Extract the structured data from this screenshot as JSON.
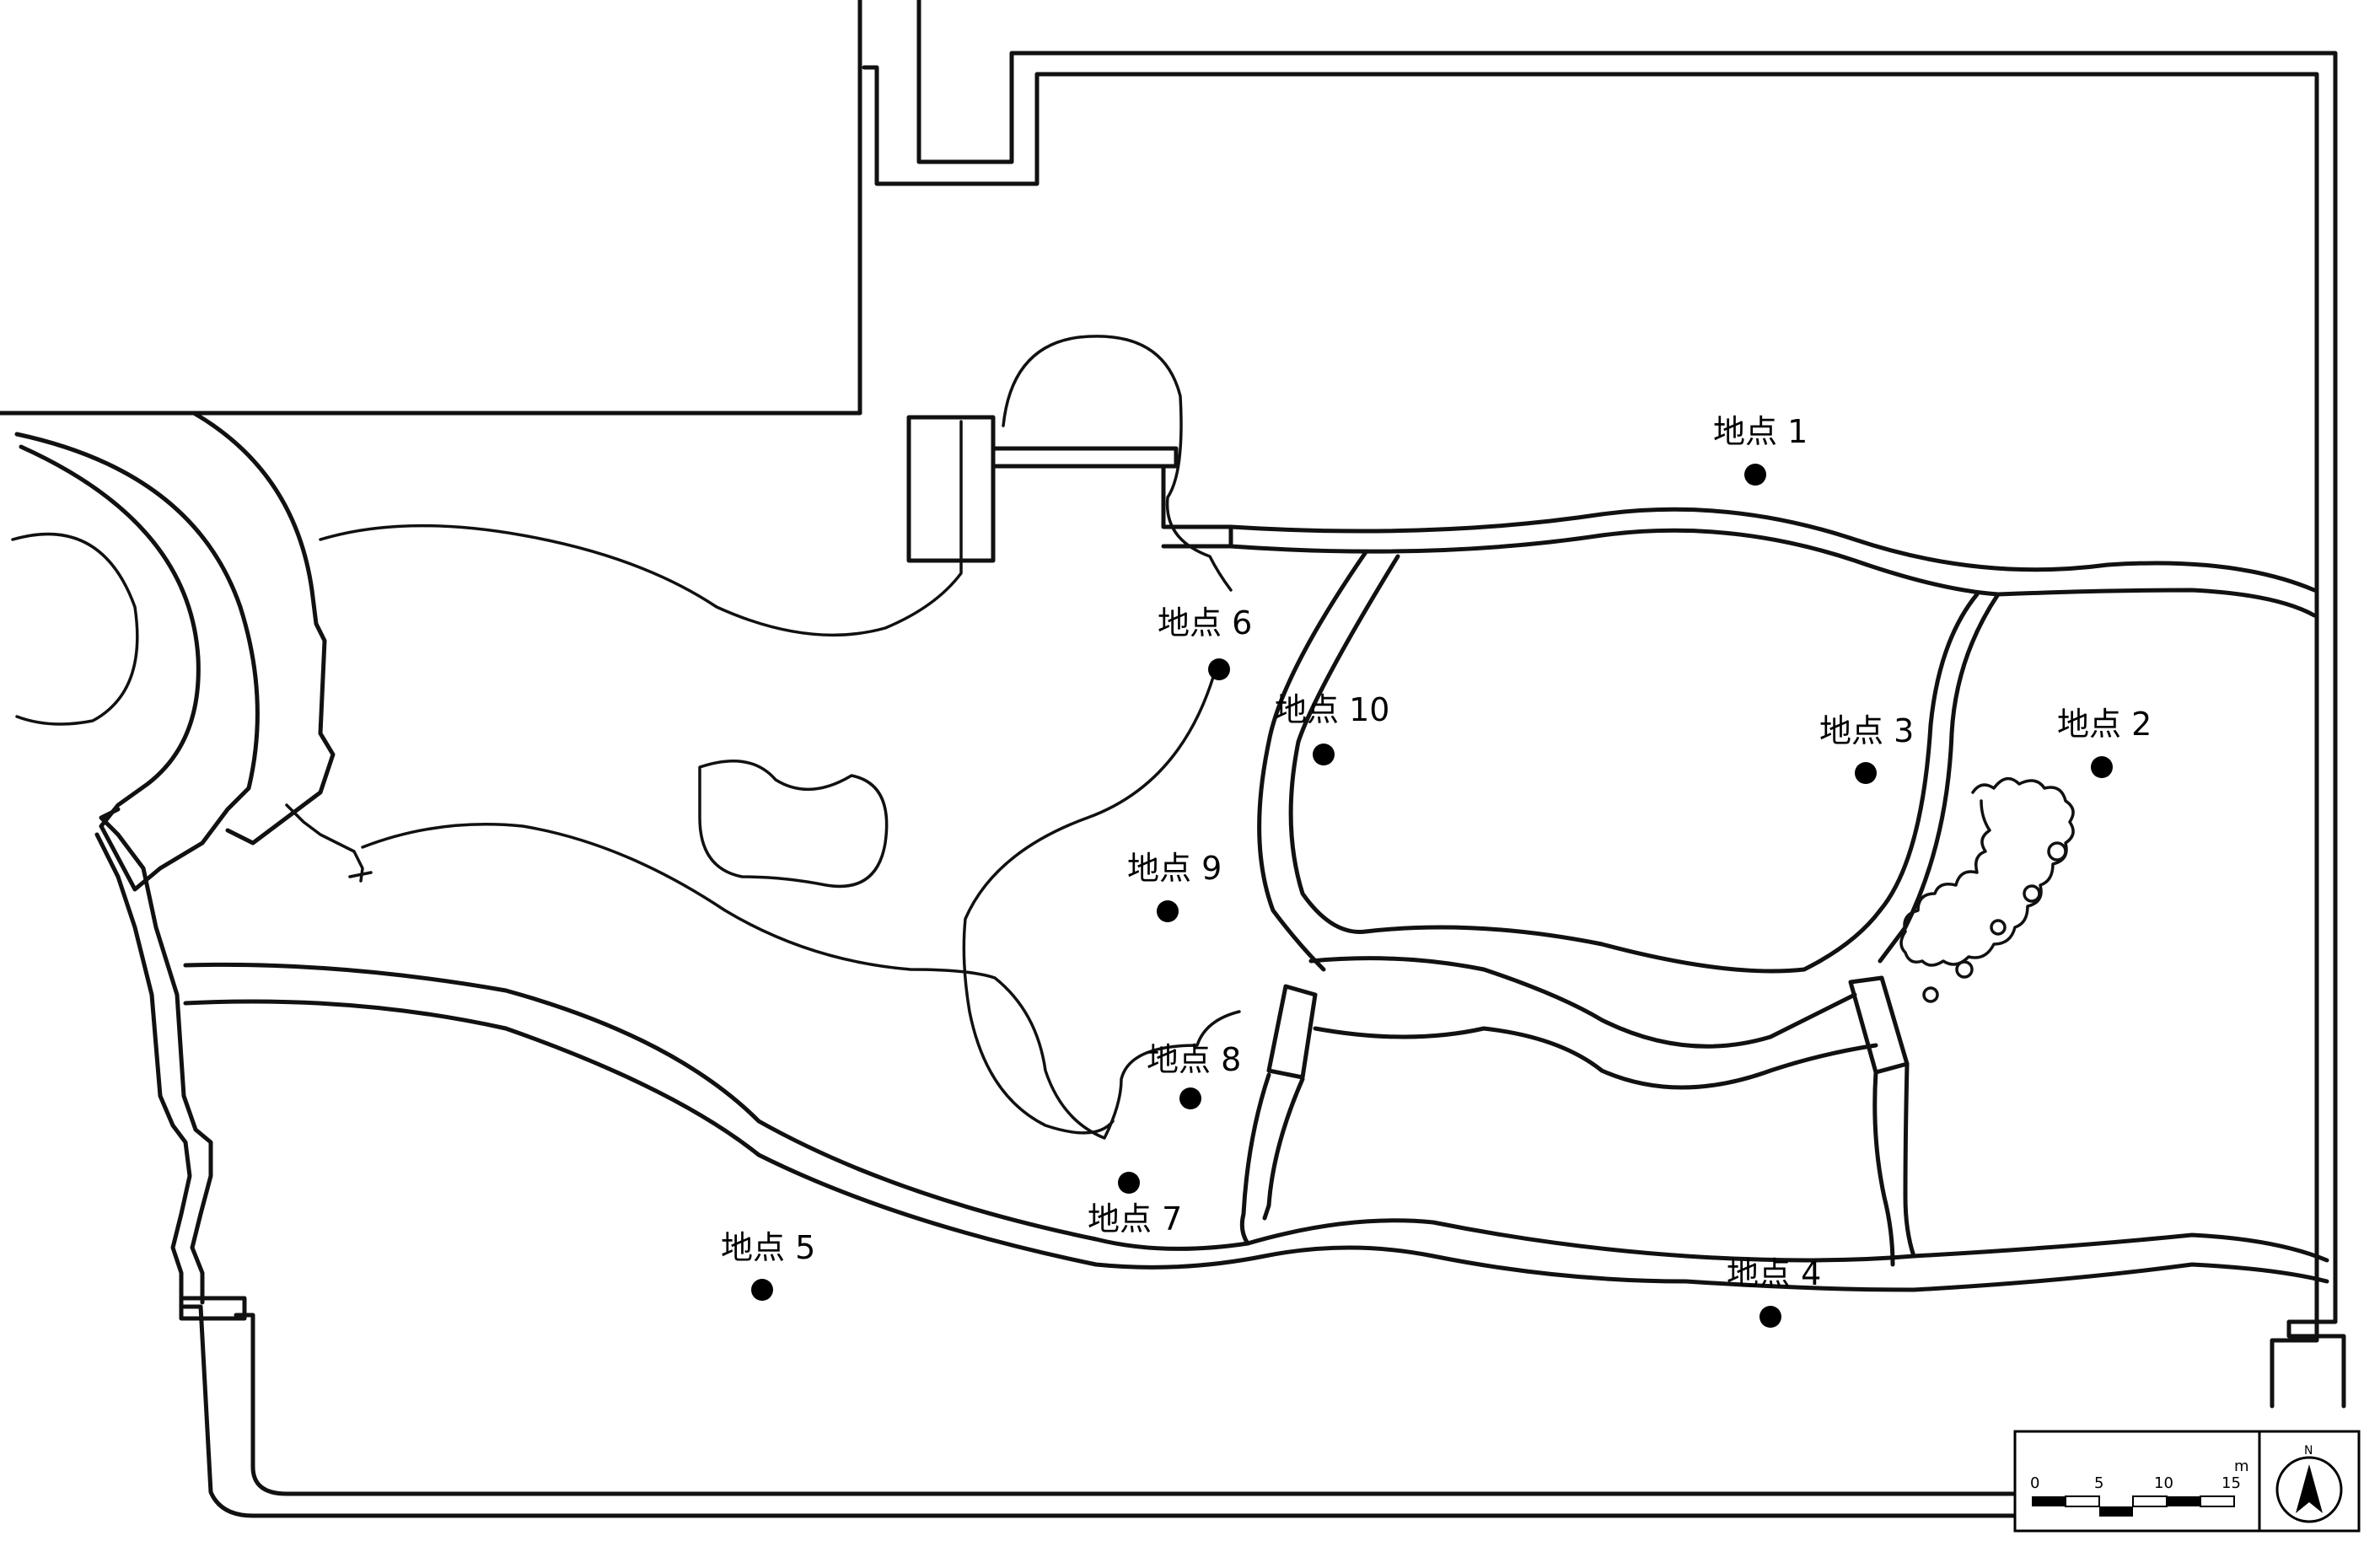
{
  "points": [
    {
      "id": "p1",
      "label": "地点 1"
    },
    {
      "id": "p2",
      "label": "地点 2"
    },
    {
      "id": "p3",
      "label": "地点 3"
    },
    {
      "id": "p4",
      "label": "地点 4"
    },
    {
      "id": "p5",
      "label": "地点 5"
    },
    {
      "id": "p6",
      "label": "地点 6"
    },
    {
      "id": "p7",
      "label": "地点 7"
    },
    {
      "id": "p8",
      "label": "地点 8"
    },
    {
      "id": "p9",
      "label": "地点 9"
    },
    {
      "id": "p10",
      "label": "地点 10"
    }
  ],
  "scale": {
    "ticks": [
      "0",
      "5",
      "10",
      "15"
    ],
    "unit": "m"
  },
  "north": {
    "label": "N",
    "icon": "north-arrow-icon"
  }
}
